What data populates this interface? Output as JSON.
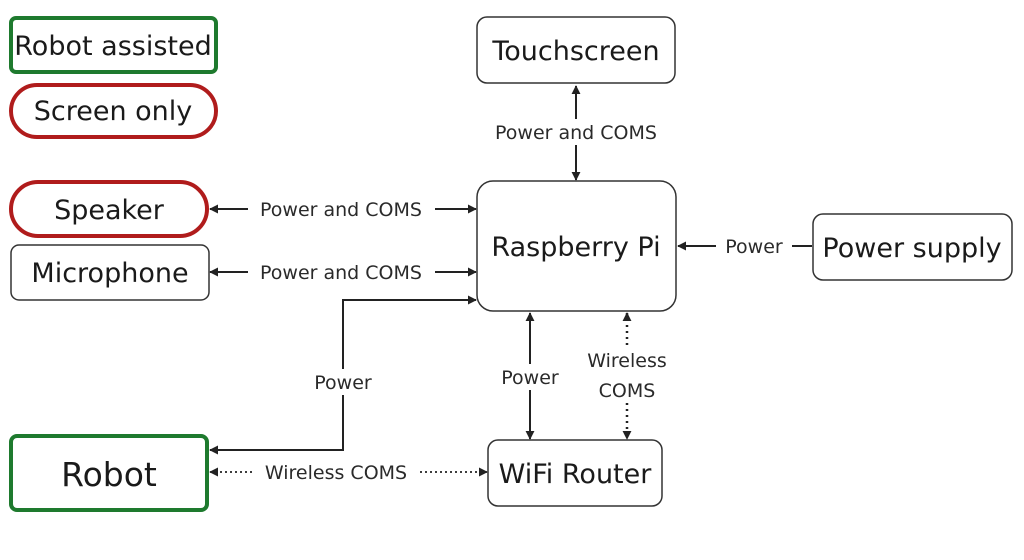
{
  "legend": {
    "robot_assisted": "Robot assisted",
    "screen_only": "Screen only"
  },
  "nodes": {
    "touchscreen": "Touchscreen",
    "raspberry_pi": "Raspberry Pi",
    "power_supply": "Power supply",
    "speaker": "Speaker",
    "microphone": "Microphone",
    "robot": "Robot",
    "wifi_router": "WiFi Router"
  },
  "edges": {
    "touchscreen_pi": "Power and COMS",
    "speaker_pi": "Power and COMS",
    "microphone_pi": "Power and COMS",
    "supply_pi": "Power",
    "pi_robot": "Power",
    "pi_router_power": "Power",
    "pi_router_wireless_line1": "Wireless",
    "pi_router_wireless_line2": "COMS",
    "robot_router": "Wireless COMS"
  },
  "colors": {
    "robot_assisted_border": "#1e7a2e",
    "screen_only_border": "#b01c1c",
    "default_border": "#333333",
    "connector": "#222222"
  }
}
